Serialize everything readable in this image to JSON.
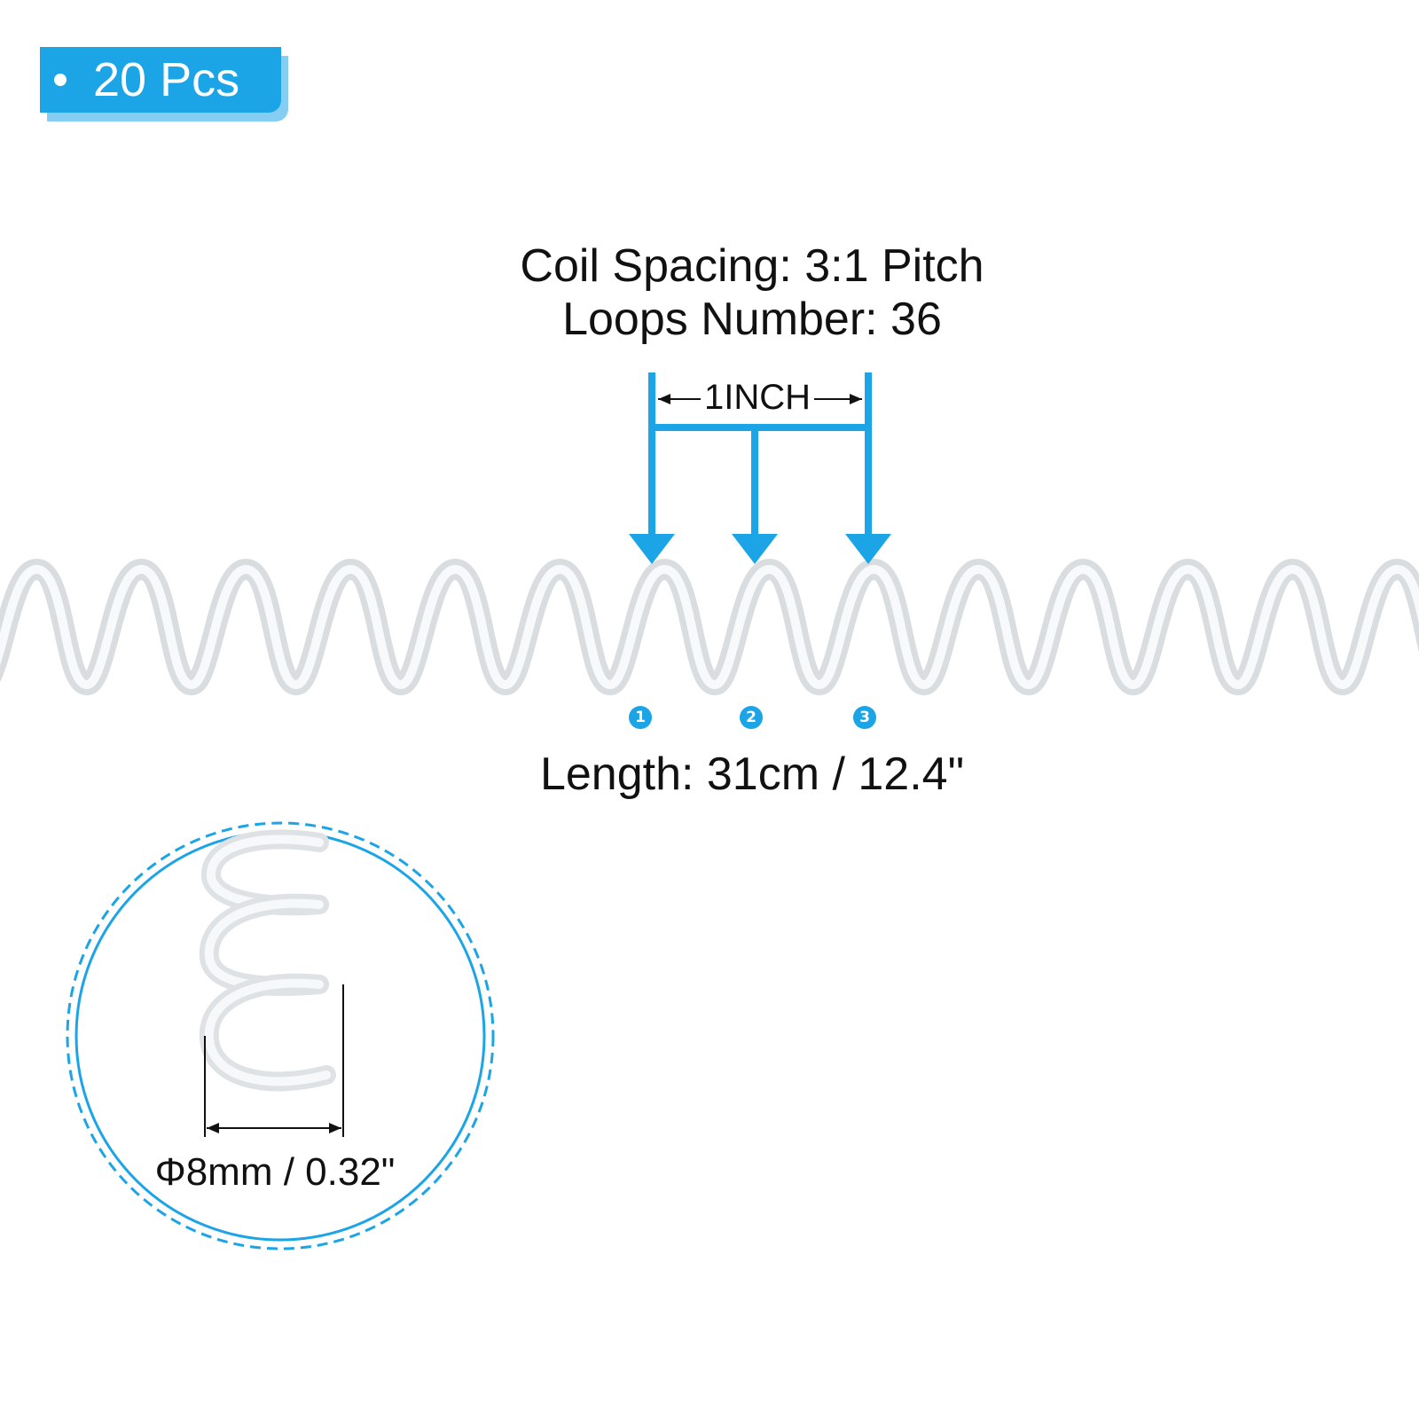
{
  "badge": {
    "label": "20 Pcs"
  },
  "specs": {
    "coil_spacing": "Coil Spacing: 3:1 Pitch",
    "loops_number": "Loops Number: 36"
  },
  "pitch_dimension": {
    "label": "1INCH"
  },
  "loop_markers": [
    "1",
    "2",
    "3"
  ],
  "length": {
    "label": "Length: 31cm / 12.4\""
  },
  "diameter": {
    "label": "Φ8mm / 0.32\""
  },
  "colors": {
    "accent": "#1ba4e6",
    "accent_light": "#86cdf3",
    "text": "#111111",
    "background": "#ffffff"
  },
  "icons": [
    "bullet-dot",
    "arrow-down",
    "double-headed-arrow",
    "numbered-circle"
  ]
}
